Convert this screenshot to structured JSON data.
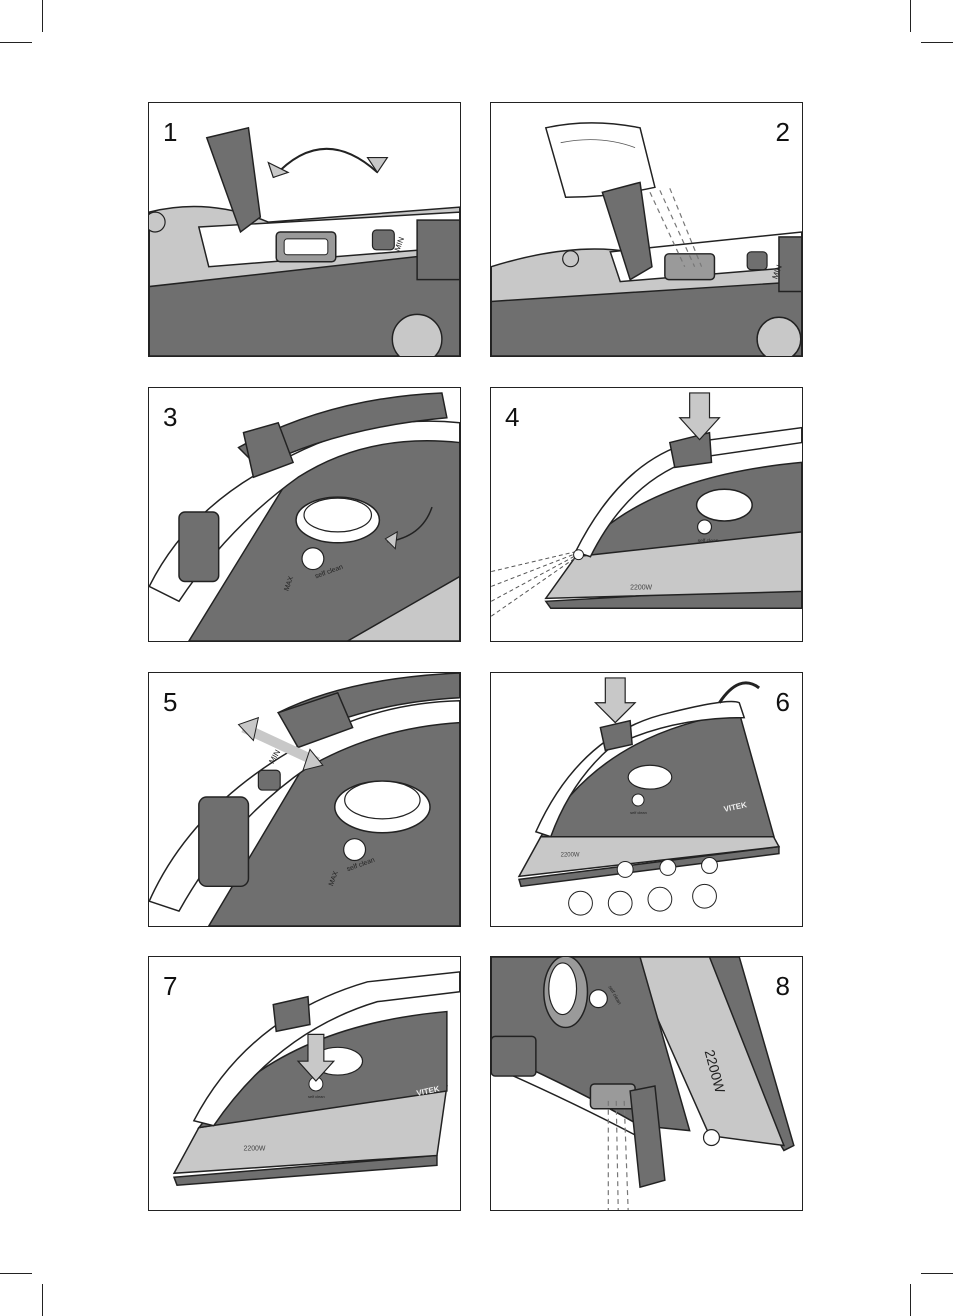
{
  "colors": {
    "dark_grey": "#6f6f6f",
    "mid_grey": "#9a9a9a",
    "light_grey": "#c8c8c8",
    "outline": "#222222",
    "white": "#ffffff"
  },
  "panels": [
    {
      "number": "1",
      "scene": "lift-filler-cover",
      "labels": {
        "min": "MIN"
      }
    },
    {
      "number": "2",
      "scene": "pour-water",
      "labels": {
        "min": "MIN"
      }
    },
    {
      "number": "3",
      "scene": "turn-thermostat",
      "labels": {
        "self_clean": "self clean",
        "max": "MAX"
      }
    },
    {
      "number": "4",
      "scene": "spray",
      "labels": {
        "self_clean": "self clean",
        "power": "2200W"
      }
    },
    {
      "number": "5",
      "scene": "steam-regulator",
      "labels": {
        "min": "MIN",
        "self_clean": "self clean",
        "max": "MAX"
      }
    },
    {
      "number": "6",
      "scene": "vertical-steam",
      "labels": {
        "brand": "VITEK",
        "power": "2200W",
        "self_clean": "self clean"
      }
    },
    {
      "number": "7",
      "scene": "self-clean-button",
      "labels": {
        "brand": "VITEK",
        "power": "2200W",
        "self_clean": "self clean"
      }
    },
    {
      "number": "8",
      "scene": "empty-water",
      "labels": {
        "power": "2200W",
        "self_clean": "self clean"
      }
    }
  ]
}
